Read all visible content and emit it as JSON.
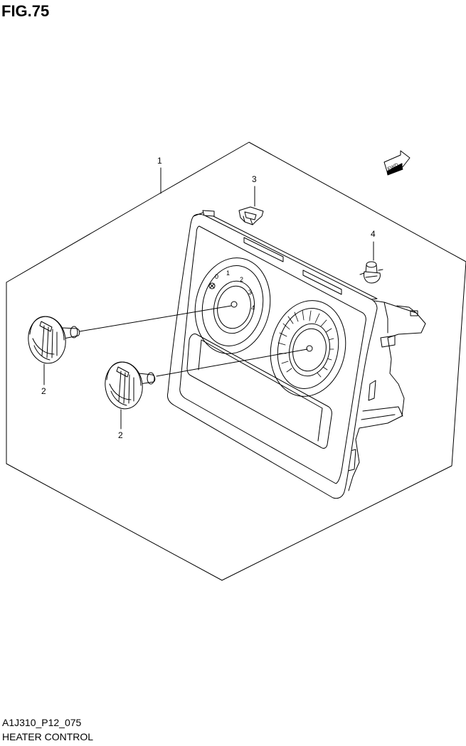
{
  "header": {
    "figure": "FIG.75"
  },
  "footer": {
    "code": "A1J310_P12_075",
    "section": "HEATER CONTROL"
  },
  "direction_marker": {
    "text": "FWD"
  },
  "callouts": [
    {
      "id": "c1",
      "number": "1",
      "part": "heater-control-assembly"
    },
    {
      "id": "c2a",
      "number": "2",
      "part": "knob"
    },
    {
      "id": "c2b",
      "number": "2",
      "part": "knob"
    },
    {
      "id": "c3",
      "number": "3",
      "part": "clip"
    },
    {
      "id": "c4",
      "number": "4",
      "part": "bulb-socket"
    }
  ],
  "dial": {
    "marks": [
      "0",
      "1",
      "2",
      "3",
      "4"
    ]
  }
}
